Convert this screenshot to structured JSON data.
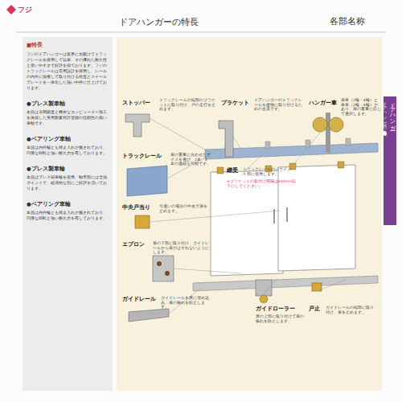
{
  "diagram": {
    "title": "ドアハンガーの特長",
    "nodes": [
      {
        "text": [
          "■特長",
          "フジのドアハンガーは業界に先駆けてトラックレールを採用して以来、その優れた耐久性と使いやすさで好評を得ております。フジのトラックレールは専用設計を採用し、レールの内外に溶接して取り付ける構造とスチールプレートを一体化した強い中枠に仕上げております。",
          "●プレス製車軸",
          "本品は冷間鍛造と精密なコンピューター加工を体得した実用新案特許登録の信頼性の高い車軸です。",
          "●ベアリング車軸",
          "本品は内外輪とも焼き入れが施されており、円滑な回転と強い耐久力を有しております。",
          "●ブレス製車輪",
          "本品はプレス製車輪を使用、軸受部には含油ポイントで、経済的な割にご好評を頂いております。",
          "●ベアリング車輪",
          "本品は内外輪とも焼き入れが施されており、円滑な回転と強い耐久力を有しております。"
        ]
      },
      {
        "text": [
          "ドアハンガー",
          "ドアハンガーの特長・各部名称"
        ]
      }
    ],
    "labels": [
      "フジ",
      "各部名称",
      "ストッパー",
      "トラックレールの端部のブラケットに取り付け、戸の走行を止めます。",
      "ブラケット",
      "ドアハンガーのトラックレールを建物に取り付けるための金具です。",
      "ハンガー車",
      "扉車（2輪・4輪）と単車（2輪・4輪）があり、扉の重量に応じて選択します。",
      "トラックレール",
      "扉の重量に合わせたサイズを選び、2本・3本の連結も可能です。",
      "継受",
      "トラックレールのジョイント部に使用します。",
      "※ブラケットの取付け間隔は600mm以下にしてください。",
      "中央戸当り",
      "引違いの場合の中央で扉を止めます。",
      "エプロン",
      "扉の下部に取り付け、ガイドレールから扉がはずれないようにします。",
      "ガイドレール",
      "ガイドレールを床に埋め込み、扉の振れを防止します。",
      "ガイドローラー",
      "床の上部に取り付けて扉の振れを防止します。",
      "戸止",
      "ガイドレールの端部に取り付け、扉を止めます。"
    ]
  }
}
